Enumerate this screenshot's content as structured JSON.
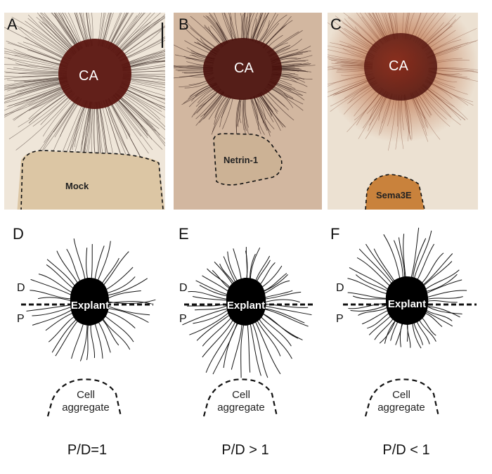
{
  "photo_panels": [
    {
      "letter": "A",
      "aggregate_label": "CA",
      "tissue_label": "Mock"
    },
    {
      "letter": "B",
      "aggregate_label": "CA",
      "tissue_label": "Netrin-1"
    },
    {
      "letter": "C",
      "aggregate_label": "CA",
      "tissue_label": "Sema3E"
    }
  ],
  "schematic_panels": [
    {
      "letter": "D",
      "dorsal": "D",
      "proximal": "P",
      "explant_label": "Explant",
      "aggregate_line1": "Cell",
      "aggregate_line2": "aggregate",
      "ratio": "P/D=1",
      "proximal_growth": 1.0,
      "distal_growth": 1.0
    },
    {
      "letter": "E",
      "dorsal": "D",
      "proximal": "P",
      "explant_label": "Explant",
      "aggregate_line1": "Cell",
      "aggregate_line2": "aggregate",
      "ratio": "P/D > 1",
      "proximal_growth": 1.5,
      "distal_growth": 0.85
    },
    {
      "letter": "F",
      "dorsal": "D",
      "proximal": "P",
      "explant_label": "Explant",
      "aggregate_line1": "Cell",
      "aggregate_line2": "aggregate",
      "ratio": "P/D < 1",
      "proximal_growth": 0.7,
      "distal_growth": 1.4
    }
  ],
  "colors": {
    "panel_a_background": "#efe6d9",
    "panel_b_background": "#d2b7a0",
    "panel_c_background": "#ece1d2",
    "explant_stain": "#5a1510",
    "halo_stain": "#b45a2c",
    "tissue_fill": "#dcc6a4",
    "sema3e_fill": "#c9823c"
  }
}
